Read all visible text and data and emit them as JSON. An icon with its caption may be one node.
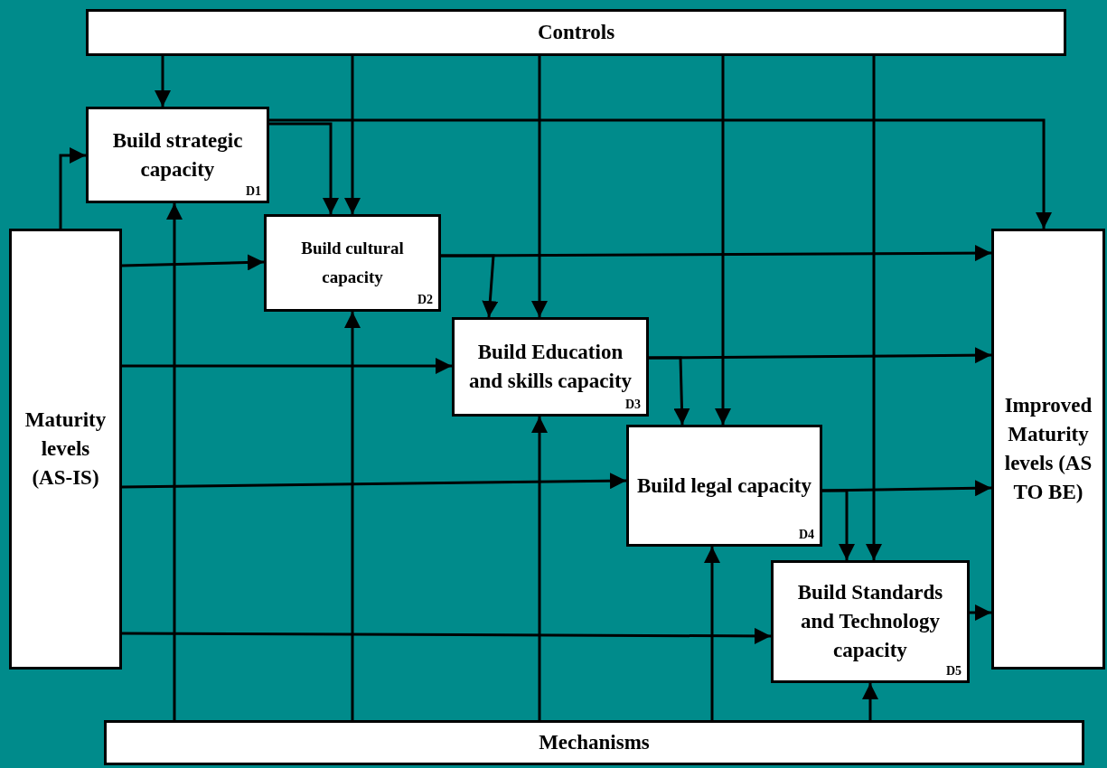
{
  "diagram": {
    "nodes": [
      {
        "text": [
          "Controls"
        ]
      },
      {
        "text": [
          "Build strategic capacity",
          "D1"
        ]
      },
      {
        "text": [
          "Build cultural capacity",
          "D2"
        ]
      },
      {
        "text": [
          "Build Education and skills capacity",
          "D3"
        ]
      },
      {
        "text": [
          "Build legal capacity",
          "D4"
        ]
      },
      {
        "text": [
          "Build Standards and Technology capacity",
          "D5"
        ]
      },
      {
        "text": [
          "Maturity levels (AS-IS)"
        ]
      },
      {
        "text": [
          "Improved Maturity levels (AS TO BE)"
        ]
      },
      {
        "text": [
          "Mechanisms"
        ]
      }
    ],
    "edges": [
      {
        "from": 0,
        "to": 1,
        "arrow": "to"
      },
      {
        "from": 0,
        "to": 2,
        "arrow": "to"
      },
      {
        "from": 0,
        "to": 3,
        "arrow": "to"
      },
      {
        "from": 0,
        "to": 4,
        "arrow": "to"
      },
      {
        "from": 0,
        "to": 5,
        "arrow": "to"
      },
      {
        "from": 6,
        "to": 1,
        "arrow": "to"
      },
      {
        "from": 6,
        "to": 2,
        "arrow": "to"
      },
      {
        "from": 6,
        "to": 3,
        "arrow": "to"
      },
      {
        "from": 6,
        "to": 4,
        "arrow": "to"
      },
      {
        "from": 6,
        "to": 5,
        "arrow": "to"
      },
      {
        "from": 1,
        "to": 2,
        "arrow": "to"
      },
      {
        "from": 1,
        "to": 7,
        "arrow": "to"
      },
      {
        "from": 2,
        "to": 3,
        "arrow": "to"
      },
      {
        "from": 2,
        "to": 7,
        "arrow": "to"
      },
      {
        "from": 3,
        "to": 4,
        "arrow": "to"
      },
      {
        "from": 3,
        "to": 7,
        "arrow": "to"
      },
      {
        "from": 4,
        "to": 5,
        "arrow": "to"
      },
      {
        "from": 4,
        "to": 7,
        "arrow": "to"
      },
      {
        "from": 5,
        "to": 7,
        "arrow": "to"
      },
      {
        "from": 8,
        "to": 1,
        "arrow": "to"
      },
      {
        "from": 8,
        "to": 2,
        "arrow": "to"
      },
      {
        "from": 8,
        "to": 3,
        "arrow": "to"
      },
      {
        "from": 8,
        "to": 4,
        "arrow": "to"
      },
      {
        "from": 8,
        "to": 5,
        "arrow": "to"
      }
    ]
  }
}
